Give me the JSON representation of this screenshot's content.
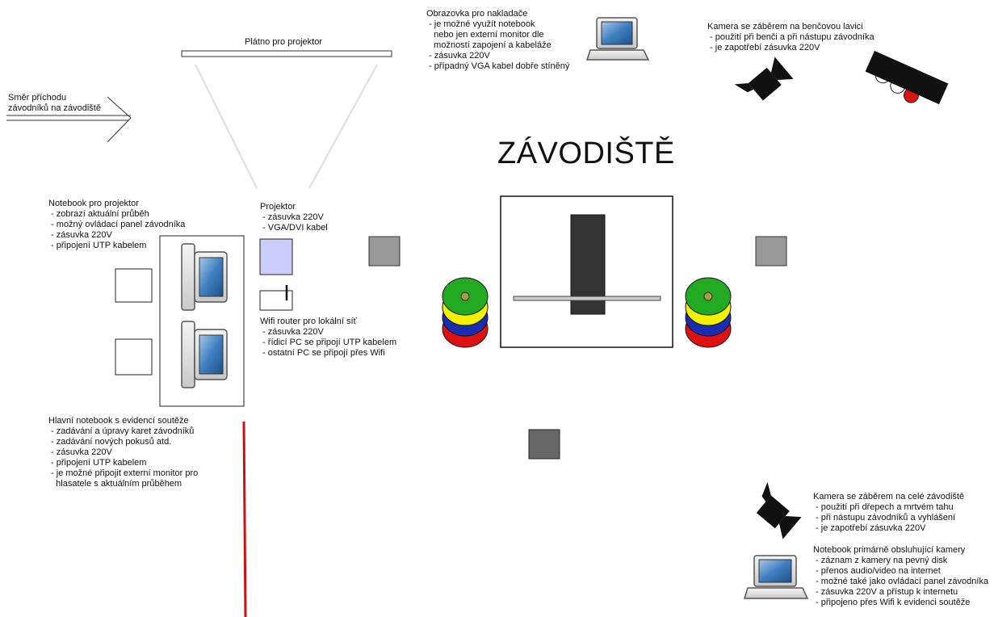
{
  "title": "ZÁVODIŠTĚ",
  "screen_label": "Plátno pro projektor",
  "entry": {
    "lines": [
      "Směr příchodu",
      "závodníků na závodiště"
    ]
  },
  "loader_screen": {
    "lines": [
      "Obrazovka pro nakladače",
      " - je možné využít notebook",
      "   nebo jen externí monitor dle",
      "   možností zapojení a kabeláže",
      " - zásuvka 220V",
      " - případný VGA kabel dobře stíněný"
    ]
  },
  "bench_camera": {
    "lines": [
      "Kamera se záběrem na benčovou lavici",
      " - použití při benči a při nástupu závodníka",
      " - je zapotřebí zásuvka 220V"
    ]
  },
  "projector_notebook": {
    "lines": [
      "Notebook pro projektor",
      " - zobrazí aktuální průběh",
      " - možný ovládací panel závodníka",
      " - zásuvka 220V",
      " - připojení UTP kabelem"
    ]
  },
  "projector": {
    "lines": [
      "Projektor",
      " - zásuvka 220V",
      " - VGA/DVI kabel"
    ],
    "color": "#ccccff"
  },
  "router": {
    "lines": [
      "Wifi router pro lokální síť",
      " - zásuvka 220V",
      " - řídicí PC se připojí UTP kabelem",
      " - ostatní PC se připojí přes Wifi"
    ]
  },
  "main_notebook": {
    "lines": [
      "Hlavní notebook s evidencí soutěže",
      " - zadávání a úpravy karet závodníků",
      " - zadávání nových pokusů atd.",
      " - zásuvka 220V",
      " - připojení UTP kabelem",
      " - je možné připojit externí monitor pro",
      "   hlasatele s aktuálním průběhem"
    ]
  },
  "full_camera": {
    "lines": [
      "Kamera se záběrem na celé závodiště",
      " - použití při dřepech a mrtvém tahu",
      " - při nástupu závodníků a vyhlášení",
      " - je zapotřebí zásuvka 220V"
    ]
  },
  "camera_notebook": {
    "lines": [
      "Notebook primárně obsluhující kamery",
      " - záznam z kamery na pevný disk",
      " - přenos audio/video na internet",
      " - možné také jako ovládací panel závodníka",
      " - zásuvka 220V a přístup k internetu",
      " - připojeno přes Wifi k evidenci soutěže"
    ]
  },
  "colors": {
    "cable": "#cc1111",
    "plate_red": "#dd1111",
    "plate_blue": "#1a2db0",
    "plate_yellow": "#f5f000",
    "plate_green": "#22aa22",
    "bar_dark": "#333333",
    "referee_light": "#999999",
    "referee_dark": "#666666"
  },
  "icons": [
    "arrow-right-icon",
    "laptop-icon",
    "video-camera-icon",
    "router-icon",
    "barbell-plates-icon"
  ]
}
